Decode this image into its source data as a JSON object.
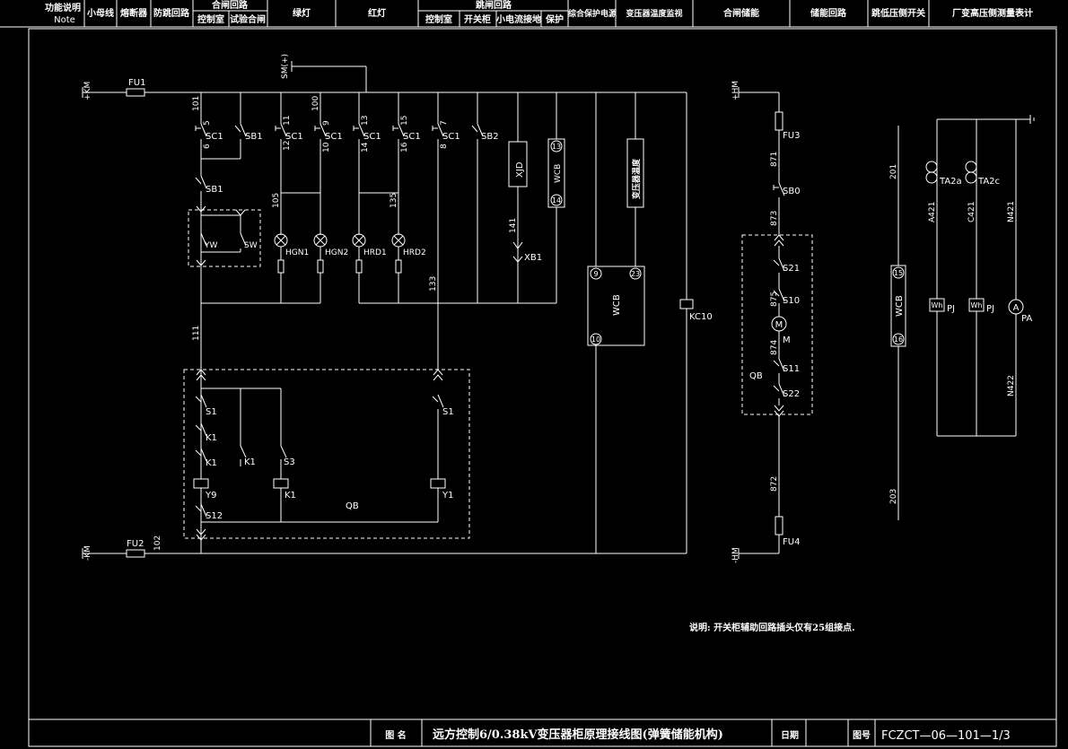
{
  "header": {
    "cols": [
      {
        "lines": [
          "功能说明",
          "Note"
        ]
      },
      {
        "lines": [
          "小母线"
        ]
      },
      {
        "lines": [
          "熔断器"
        ]
      },
      {
        "lines": [
          "防跳回路"
        ]
      },
      {
        "top": "合闸回路",
        "subs": [
          "控制室",
          "试验合闸"
        ]
      },
      {
        "lines": [
          "绿灯"
        ]
      },
      {
        "lines": [
          "红灯"
        ]
      },
      {
        "top": "跳闸回路",
        "subs": [
          "控制室",
          "开关柜",
          "小电流接地",
          "保护"
        ]
      },
      {
        "lines": [
          "综合保护电源"
        ]
      },
      {
        "lines": [
          "变压器温度监视"
        ]
      },
      {
        "lines": [
          "合闸储能"
        ]
      },
      {
        "lines": [
          "储能回路"
        ]
      },
      {
        "lines": [
          "跳低压侧开关"
        ]
      },
      {
        "lines": [
          "厂变高压侧测量表计"
        ]
      }
    ]
  },
  "buses": {
    "pos_km": "+KM",
    "neg_km": "-KM",
    "pos_hm": "+HM",
    "neg_hm": "-HM",
    "sm": "SM(+)"
  },
  "fuses": {
    "fu1": "FU1",
    "fu2": "FU2",
    "fu3": "FU3",
    "fu4": "FU4"
  },
  "labels": {
    "n101": "101",
    "n5": "5",
    "n6": "6",
    "sc1_a": "SC1",
    "sb1_a": "SB1",
    "n11": "11",
    "n12": "12",
    "sc1_b": "SC1",
    "n100": "100",
    "n9": "9",
    "n10": "10",
    "sc1_c": "SC1",
    "n13": "13",
    "n14": "14",
    "sc1_d": "SC1",
    "n15": "15",
    "n16": "16",
    "sc1_e": "SC1",
    "n7": "7",
    "n8": "8",
    "sc1_f": "SC1",
    "sb2": "SB2",
    "sb1_b": "SB1",
    "yw": "YW",
    "sw": "SW",
    "n105": "105",
    "n135": "135",
    "n141": "141",
    "n133": "133",
    "n111": "111",
    "n102": "102",
    "hgn1": "HGN1",
    "hgn2": "HGN2",
    "hrd1": "HRD1",
    "hrd2": "HRD2",
    "xjd": "XJD",
    "wcb": "WCB",
    "w13": "13",
    "w14": "14",
    "temp": "变压器温度",
    "xb1": "XB1",
    "w9": "9",
    "w23": "23",
    "w10": "10",
    "wcb_box": "WCB",
    "kc10": "KC10",
    "s1a": "S1",
    "k1a": "K1",
    "k1b": "K1",
    "k1c": "K1",
    "s3": "S3",
    "y9": "Y9",
    "k1coil": "K1",
    "s12": "S12",
    "s1b": "S1",
    "y1": "Y1",
    "qb": "QB",
    "n871": "871",
    "sb0": "SB0",
    "n873": "873",
    "s21": "S21",
    "n875": "875",
    "s10": "S10",
    "m": "M",
    "m2": "M",
    "n874": "874",
    "s11": "S11",
    "s22": "S22",
    "qb2": "QB",
    "n872": "872",
    "n201": "201",
    "wcb2": "WCB",
    "w15": "15",
    "w16": "16",
    "n203": "203",
    "ta2a": "TA2a",
    "ta2c": "TA2c",
    "a421": "A421",
    "c421": "C421",
    "n421": "N421",
    "n422": "N422",
    "wh": "Wh",
    "pj1": "PJ",
    "pj2": "PJ",
    "pa": "PA",
    "pa_sym": "A"
  },
  "note": "说明: 开关柜辅助回路插头仅有25组接点.",
  "footer": {
    "name_label": "图 名",
    "title": "远方控制6/0.38kV变压器柜原理接线图(弹簧储能机构)",
    "date_label": "日期",
    "num_label": "图号",
    "number": "FCZCT—06—101—1/3"
  }
}
